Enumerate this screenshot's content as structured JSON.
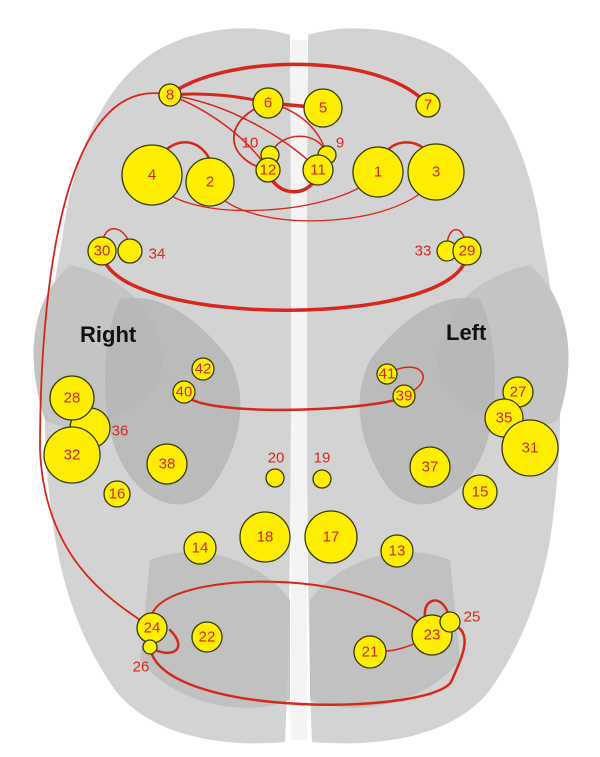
{
  "labels": {
    "right": "Right",
    "left": "Left"
  },
  "colors": {
    "node_fill": "#ffee00",
    "edge": "#d7261e",
    "text": "#d7261e",
    "brain_fill": "#cdcdcd",
    "brain_dark": "#a9a9a9",
    "background": "#ffffff"
  },
  "nodes": [
    {
      "id": "1",
      "label": "1"
    },
    {
      "id": "2",
      "label": "2"
    },
    {
      "id": "3",
      "label": "3"
    },
    {
      "id": "4",
      "label": "4"
    },
    {
      "id": "5",
      "label": "5"
    },
    {
      "id": "6",
      "label": "6"
    },
    {
      "id": "7",
      "label": "7"
    },
    {
      "id": "8",
      "label": "8"
    },
    {
      "id": "9",
      "label": "9"
    },
    {
      "id": "10",
      "label": "10"
    },
    {
      "id": "11",
      "label": "11"
    },
    {
      "id": "12",
      "label": "12"
    },
    {
      "id": "13",
      "label": "13"
    },
    {
      "id": "14",
      "label": "14"
    },
    {
      "id": "15",
      "label": "15"
    },
    {
      "id": "16",
      "label": "16"
    },
    {
      "id": "17",
      "label": "17"
    },
    {
      "id": "18",
      "label": "18"
    },
    {
      "id": "19",
      "label": "19"
    },
    {
      "id": "20",
      "label": "20"
    },
    {
      "id": "21",
      "label": "21"
    },
    {
      "id": "22",
      "label": "22"
    },
    {
      "id": "23",
      "label": "23"
    },
    {
      "id": "24",
      "label": "24"
    },
    {
      "id": "25",
      "label": "25"
    },
    {
      "id": "26",
      "label": "26"
    },
    {
      "id": "27",
      "label": "27"
    },
    {
      "id": "28",
      "label": "28"
    },
    {
      "id": "29",
      "label": "29"
    },
    {
      "id": "30",
      "label": "30"
    },
    {
      "id": "31",
      "label": "31"
    },
    {
      "id": "32",
      "label": "32"
    },
    {
      "id": "33",
      "label": "33"
    },
    {
      "id": "34",
      "label": "34"
    },
    {
      "id": "35",
      "label": "35"
    },
    {
      "id": "36",
      "label": "36"
    },
    {
      "id": "37",
      "label": "37"
    },
    {
      "id": "38",
      "label": "38"
    },
    {
      "id": "39",
      "label": "39"
    },
    {
      "id": "40",
      "label": "40"
    },
    {
      "id": "41",
      "label": "41"
    },
    {
      "id": "42",
      "label": "42"
    }
  ],
  "edges": [
    {
      "source": "8",
      "target": "6",
      "weight": "thick"
    },
    {
      "source": "6",
      "target": "5",
      "weight": "thick"
    },
    {
      "source": "8",
      "target": "7",
      "weight": "thick"
    },
    {
      "source": "8",
      "target": "11",
      "weight": "thin"
    },
    {
      "source": "8",
      "target": "12",
      "weight": "thin"
    },
    {
      "source": "6",
      "target": "12",
      "weight": "thin"
    },
    {
      "source": "6",
      "target": "9",
      "weight": "thin"
    },
    {
      "source": "12",
      "target": "11",
      "weight": "thick"
    },
    {
      "source": "10",
      "target": "9",
      "weight": "thin"
    },
    {
      "source": "4",
      "target": "2",
      "weight": "medium"
    },
    {
      "source": "1",
      "target": "3",
      "weight": "medium"
    },
    {
      "source": "4",
      "target": "1",
      "weight": "thin"
    },
    {
      "source": "2",
      "target": "3",
      "weight": "thin"
    },
    {
      "source": "30",
      "target": "29",
      "weight": "thick"
    },
    {
      "source": "30",
      "target": "34",
      "weight": "thin"
    },
    {
      "source": "29",
      "target": "33",
      "weight": "thin"
    },
    {
      "source": "40",
      "target": "39",
      "weight": "medium"
    },
    {
      "source": "41",
      "target": "39",
      "weight": "thin"
    },
    {
      "source": "8",
      "target": "24",
      "weight": "thin"
    },
    {
      "source": "24",
      "target": "23",
      "weight": "thin"
    },
    {
      "source": "26",
      "target": "23",
      "weight": "medium"
    },
    {
      "source": "26",
      "target": "24",
      "weight": "medium"
    },
    {
      "source": "21",
      "target": "23",
      "weight": "thin"
    },
    {
      "source": "23",
      "target": "25",
      "weight": "medium"
    }
  ]
}
